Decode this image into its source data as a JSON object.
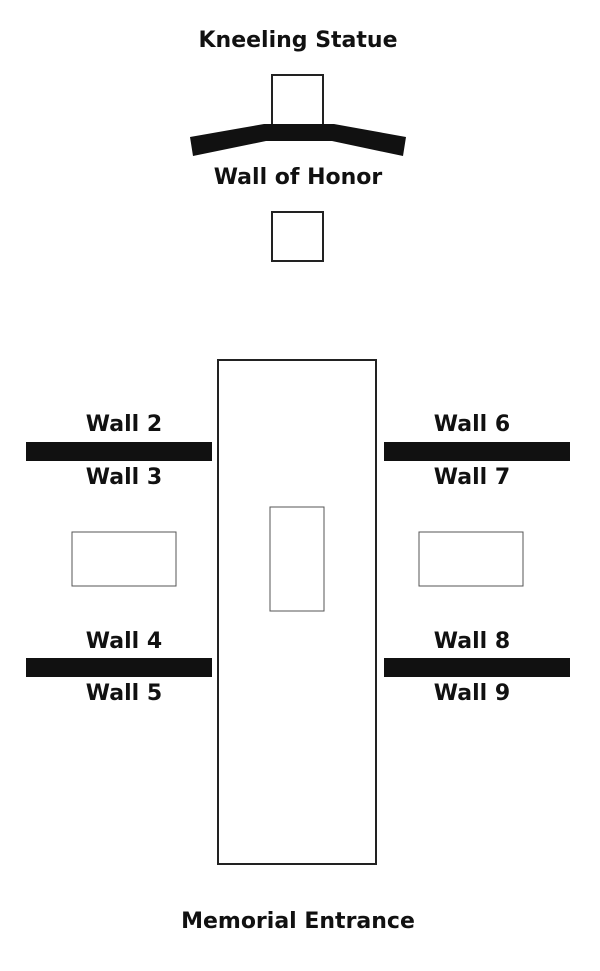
{
  "title": "Kneeling Statue",
  "wall_of_honor": "Wall of Honor",
  "walls": {
    "left_upper_top": "Wall 2",
    "left_upper_bottom": "Wall 3",
    "left_lower_top": "Wall 4",
    "left_lower_bottom": "Wall 5",
    "right_upper_top": "Wall 6",
    "right_upper_bottom": "Wall 7",
    "right_lower_top": "Wall 8",
    "right_lower_bottom": "Wall 9"
  },
  "entrance": "Memorial Entrance",
  "colors": {
    "ink": "#111111",
    "outline": "#222222",
    "thin_outline": "#555555"
  }
}
